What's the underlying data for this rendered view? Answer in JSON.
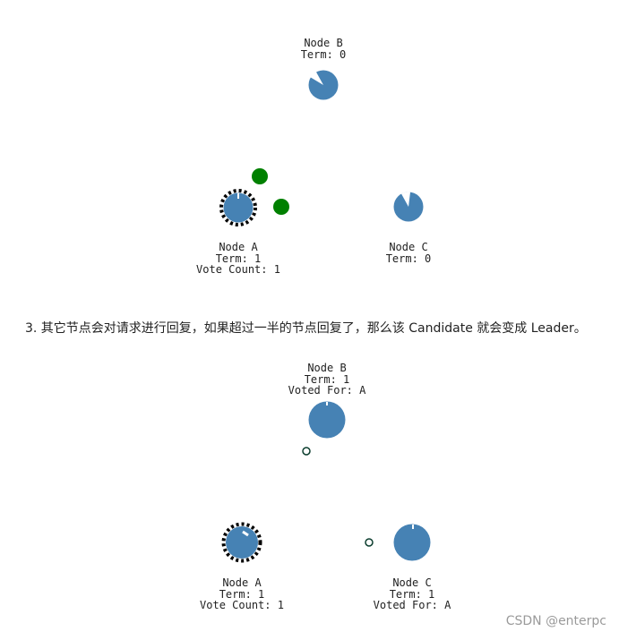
{
  "diagram1": {
    "node_b": {
      "name": "Node B",
      "term": "Term: 0"
    },
    "node_a": {
      "name": "Node A",
      "term": "Term: 1",
      "vote": "Vote Count: 1"
    },
    "node_c": {
      "name": "Node C",
      "term": "Term: 0"
    }
  },
  "caption": "3. 其它节点会对请求进行回复，如果超过一半的节点回复了，那么该 Candidate 就会变成 Leader。",
  "diagram2": {
    "node_b": {
      "name": "Node B",
      "term": "Term: 1",
      "voted": "Voted For: A"
    },
    "node_a": {
      "name": "Node A",
      "term": "Term: 1",
      "vote": "Vote Count: 1"
    },
    "node_c": {
      "name": "Node C",
      "term": "Term: 1",
      "voted": "Voted For: A"
    }
  },
  "watermark": "CSDN @enterpc",
  "colors": {
    "node": "#4682b4",
    "message_vote": "#008000",
    "candidate_border": "#000000"
  }
}
